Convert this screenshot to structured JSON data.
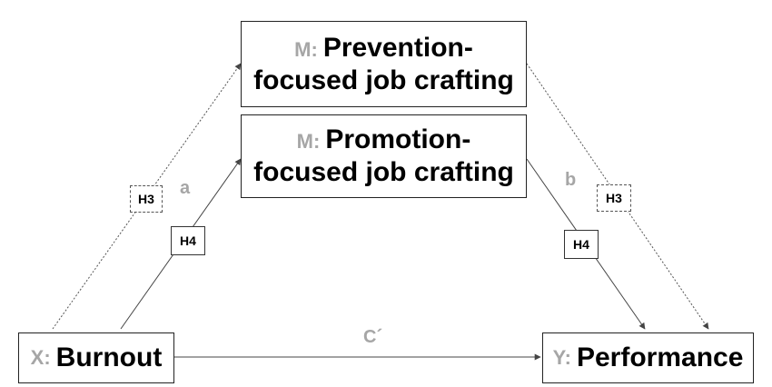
{
  "nodes": {
    "prevention": {
      "prefix": "M:",
      "line1": "Prevention-",
      "line2": "focused job crafting"
    },
    "promotion": {
      "prefix": "M:",
      "line1": "Promotion-",
      "line2": "focused job crafting"
    },
    "burnout": {
      "prefix": "X:",
      "label": "Burnout"
    },
    "performance": {
      "prefix": "Y:",
      "label": "Performance"
    }
  },
  "paths": {
    "a": "a",
    "b": "b",
    "c_prime": "C´"
  },
  "hypotheses": {
    "h3_left": "H3",
    "h4_left": "H4",
    "h3_right": "H3",
    "h4_right": "H4"
  },
  "colors": {
    "prefix_gray": "#a6a6a6",
    "line": "#444444"
  }
}
